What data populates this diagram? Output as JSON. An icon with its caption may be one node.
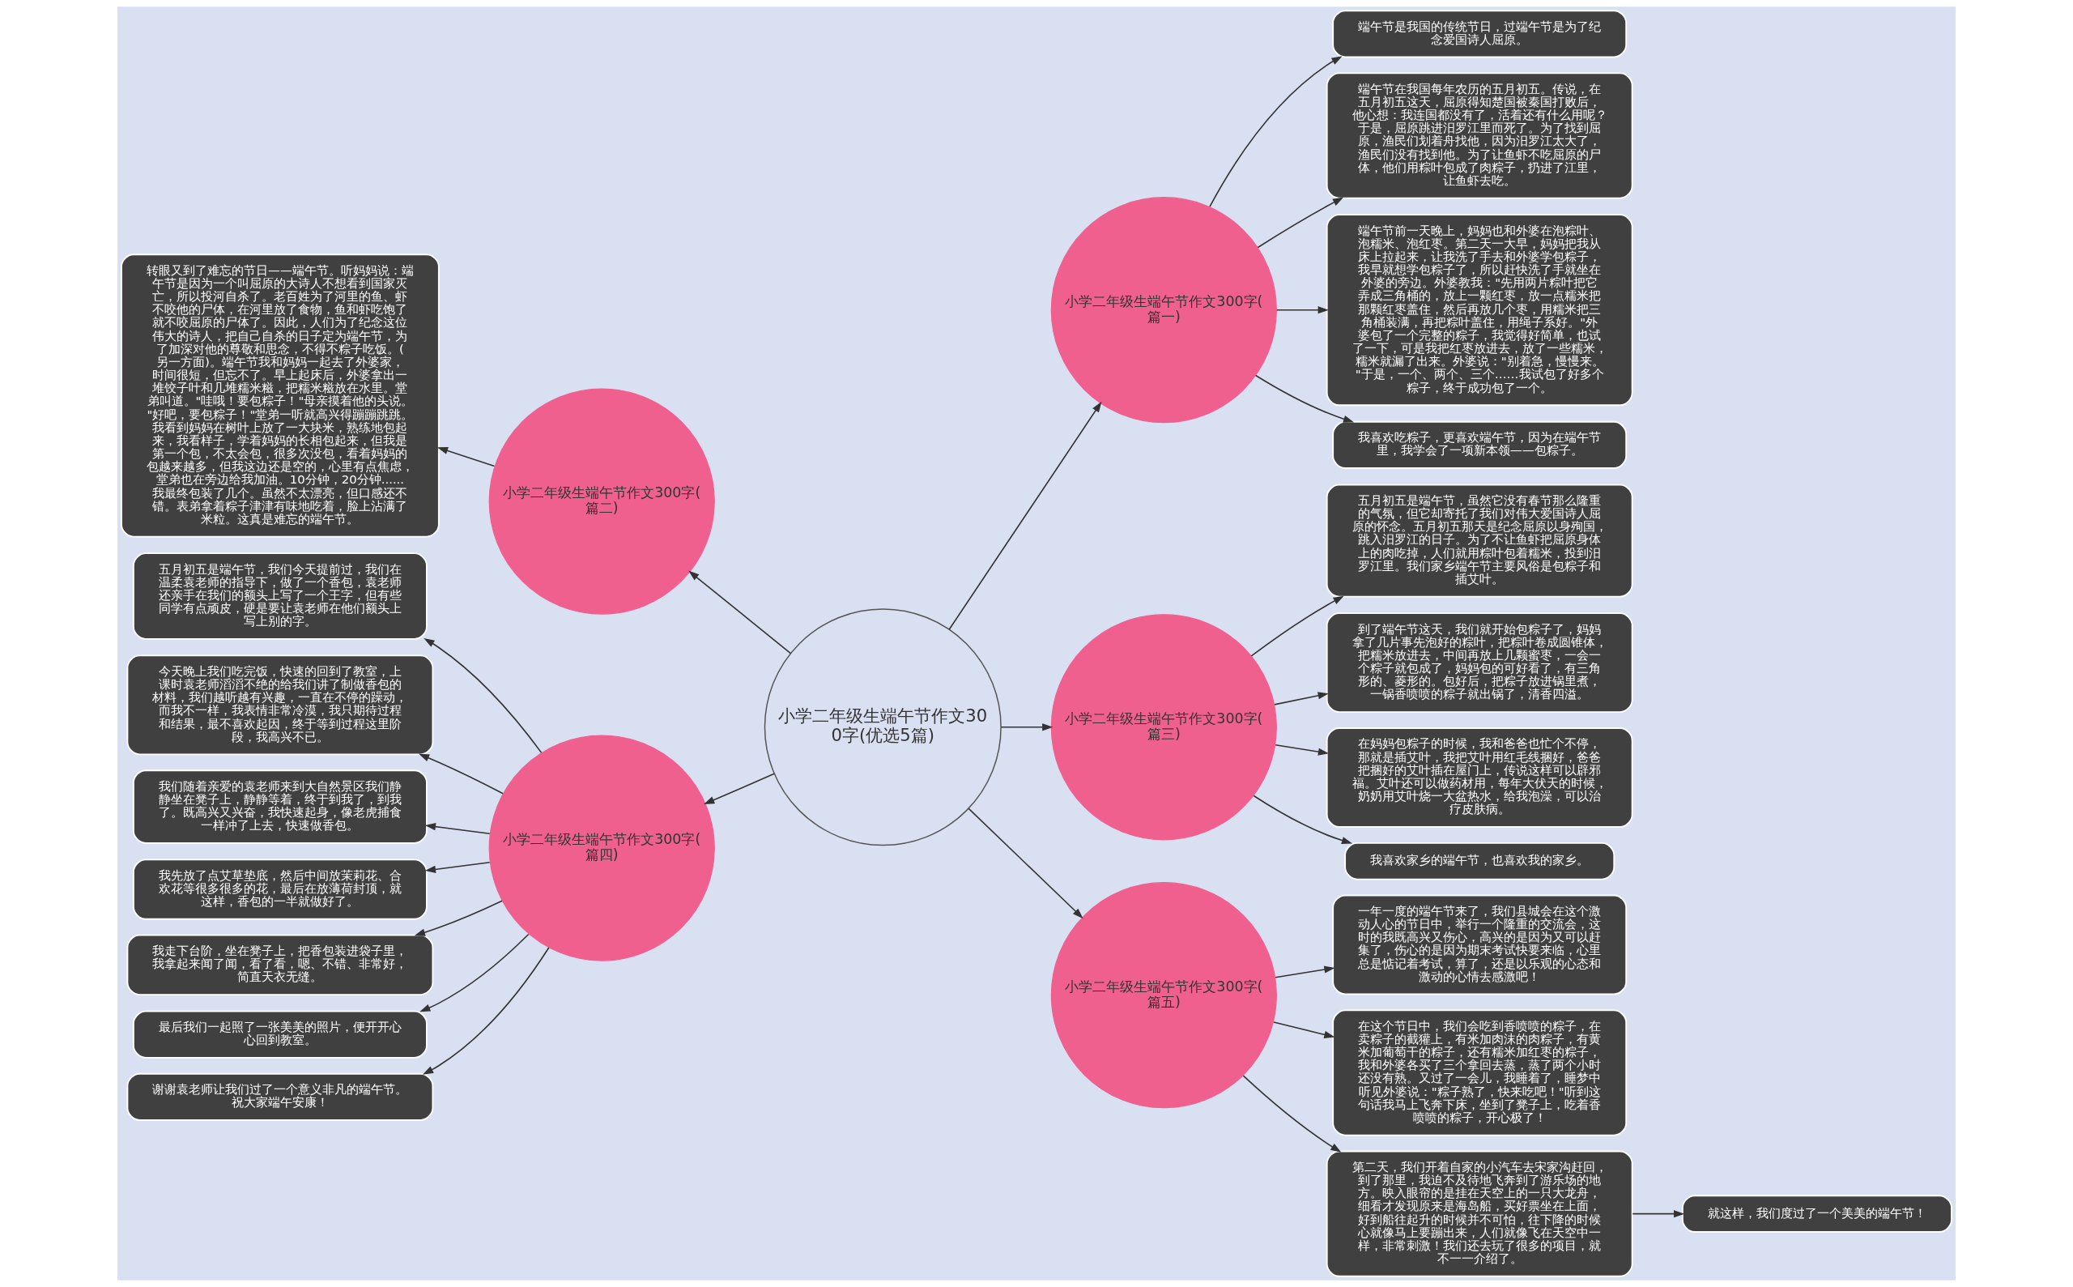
{
  "diagram": {
    "nodes": [
      {
        "text": [
          "小学二年级生端午节作文300字(优选5篇)"
        ]
      },
      {
        "text": [
          "小学二年级生端午节作文300字(篇一)"
        ]
      },
      {
        "text": [
          "端午节是我国的传统节日，过端午节是为了纪念爱国诗人屈原。"
        ]
      },
      {
        "text": [
          "端午节在我国每年农历的五月初五。传说，在五月初五这天，屈原得知楚国被秦国打败后，他心想：我连国都没有了，活着还有什么用呢？于是，屈原跳进汨罗江里而死了。为了找到屈原，渔民们划着舟找他，因为汨罗江太大了，渔民们没有找到他。为了让鱼虾不吃屈原的尸体，他们用粽叶包成了肉粽子，扔进了江里，让鱼虾去吃。"
        ]
      },
      {
        "text": [
          "端午节前一天晚上，妈妈也和外婆在泡粽叶、泡糯米、泡红枣。第二天一大早，妈妈把我从床上拉起来，让我洗了手去和外婆学包粽子，我早就想学包粽子了，所以赶快洗了手就坐在外婆的旁边。外婆教我：\"先用两片粽叶把它弄成三角桶的，放上一颗红枣，放一点糯米把那颗红枣盖住，然后再放几个枣，用糯米把三角桶装满，再把粽叶盖住，用绳子系好。\"外婆包了一个完整的粽子，我觉得好简单，也试了一下，可是我把红枣放进去，放了一些糯米，糯米就漏了出来。外婆说：\"别着急，慢慢来。\"于是，一个、两个、三个……我试包了好多个粽子，终于成功包了一个。"
        ]
      },
      {
        "text": [
          "我喜欢吃粽子，更喜欢端午节，因为在端午节里，我学会了一项新本领——包粽子。"
        ]
      },
      {
        "text": [
          "小学二年级生端午节作文300字(篇二)"
        ]
      },
      {
        "text": [
          "转眼又到了难忘的节日——端午节。听妈妈说：端午节是因为一个叫屈原的大诗人不想看到国家灭亡，所以投河自杀了。老百姓为了河里的鱼、虾不咬他的尸体，在河里放了食物，鱼和虾吃饱了就不咬屈原的尸体了。因此，人们为了纪念这位伟大的诗人，把自己自杀的日子定为端午节，为了加深对他的尊敬和思念，不得不粽子吃饭。(另一方面)。端午节我和妈妈一起去了外婆家，时间很短，但忘不了。早上起床后，外婆拿出一堆饺子叶和几堆糯米糍，把糯米糍放在水里。堂弟叫道。\"哇哦！要包粽子！\"母亲摸着他的头说。\"好吧，要包粽子！\"堂弟一听就高兴得蹦蹦跳跳。我看到妈妈在树叶上放了一大块米，熟练地包起来，我看样子，学着妈妈的长相包起来，但我是第一个包，不太会包，很多次没包，看着妈妈的包越来越多，但我这边还是空的，心里有点焦虑，堂弟也在旁边给我加油。10分钟，20分钟......我最终包装了几个。虽然不太漂亮，但口感还不错。表弟拿着粽子津津有味地吃着，脸上沾满了米粒。这真是难忘的端午节。"
        ]
      },
      {
        "text": [
          "小学二年级生端午节作文300字(篇三)"
        ]
      },
      {
        "text": [
          "五月初五是端午节，虽然它没有春节那么隆重的气氛，但它却寄托了我们对伟大爱国诗人屈原的怀念。五月初五那天是纪念屈原以身殉国，跳入汨罗江的日子。为了不让鱼虾把屈原身体上的肉吃掉，人们就用粽叶包着糯米，投到汨罗江里。我们家乡端午节主要风俗是包粽子和插艾叶。"
        ]
      },
      {
        "text": [
          "到了端午节这天，我们就开始包粽子了，妈妈拿了几片事先泡好的粽叶，把粽叶卷成圆锥体，把糯米放进去，中间再放上几颗蜜枣，一会一个粽子就包成了，妈妈包的可好看了，有三角形的、菱形的。包好后，把粽子放进锅里煮，一锅香喷喷的粽子就出锅了，清香四溢。"
        ]
      },
      {
        "text": [
          "在妈妈包粽子的时候，我和爸爸也忙个不停，那就是插艾叶，我把艾叶用红毛线捆好，爸爸把捆好的艾叶插在屋门上，传说这样可以辟邪福。艾叶还可以做药材用，每年大伏天的时候，奶奶用艾叶烧一大盆热水，给我泡澡，可以治疗皮肤病。"
        ]
      },
      {
        "text": [
          "我喜欢家乡的端午节，也喜欢我的家乡。"
        ]
      },
      {
        "text": [
          "小学二年级生端午节作文300字(篇四)"
        ]
      },
      {
        "text": [
          "五月初五是端午节，我们今天提前过，我们在温柔袁老师的指导下，做了一个香包，袁老师还亲手在我们的额头上写了一个王字，但有些同学有点顽皮，硬是要让袁老师在他们额头上写上别的字。"
        ]
      },
      {
        "text": [
          "今天晚上我们吃完饭，快速的回到了教室，上课时袁老师滔滔不绝的给我们讲了制做香包的材料，我们越听越有兴趣，一直在不停的躁动，而我不一样，我表情非常冷漠，我只期待过程和结果，最不喜欢起因，终于等到过程这里阶段，我高兴不已。"
        ]
      },
      {
        "text": [
          "我们随着亲爱的袁老师来到大自然景区我们静静坐在凳子上，静静等着，终于到我了，到我了。既高兴又兴奋，我快速起身，像老虎捕食一样冲了上去，快速做香包。"
        ]
      },
      {
        "text": [
          "我先放了点艾草垫底，然后中间放茉莉花、合欢花等很多很多的花，最后在放薄荷封顶，就这样，香包的一半就做好了。"
        ]
      },
      {
        "text": [
          "我走下台阶，坐在凳子上，把香包装进袋子里，我拿起来闻了闻，看了看，嗯、不错、非常好，简直天衣无缝。"
        ]
      },
      {
        "text": [
          "最后我们一起照了一张美美的照片，便开开心心回到教室。"
        ]
      },
      {
        "text": [
          "谢谢袁老师让我们过了一个意义非凡的端午节。祝大家端午安康！"
        ]
      },
      {
        "text": [
          "小学二年级生端午节作文300字(篇五)"
        ]
      },
      {
        "text": [
          "一年一度的端午节来了，我们县城会在这个激动人心的节日中，举行一个隆重的交流会，这时的我既高兴又伤心，高兴的是因为又可以赶集了，伤心的是因为期末考试快要来临，心里总是惦记着考试，算了，还是以乐观的心态和激动的心情去感激吧！"
        ]
      },
      {
        "text": [
          "在这个节日中，我们会吃到香喷喷的粽子，在卖粽子的截獾上，有米加肉沫的肉粽子，有黄米加葡萄干的粽子，还有糯米加红枣的粽子，我和外婆各买了三个拿回去蒸，蒸了两个小时还没有熟。又过了一会儿，我睡着了，睡梦中听见外婆说：\"粽子熟了，快来吃吧！\"听到这句话我马上飞奔下床，坐到了凳子上，吃着香喷喷的粽子，开心极了！"
        ]
      },
      {
        "text": [
          "第二天，我们开着自家的小汽车去宋家沟赶回，到了那里，我迫不及待地飞奔到了游乐场的地方。映入眼帘的是挂在天空上的一只大龙舟，细看才发现原来是海岛船，买好票坐在上面，好到船往起升的时候并不可怕，往下降的时候心就像马上要蹦出来，人们就像飞在天空中一样，非常刺激！我们还去玩了很多的项目，就不一一介绍了。"
        ]
      },
      {
        "text": [
          "就这样，我们度过了一个美美的端午节！"
        ]
      }
    ],
    "edges": [
      {
        "from": 0,
        "to": 1,
        "arrow": "to"
      },
      {
        "from": 1,
        "to": 2,
        "arrow": "to"
      },
      {
        "from": 1,
        "to": 3,
        "arrow": "to"
      },
      {
        "from": 1,
        "to": 4,
        "arrow": "to"
      },
      {
        "from": 1,
        "to": 5,
        "arrow": "to"
      },
      {
        "from": 0,
        "to": 6,
        "arrow": "to"
      },
      {
        "from": 6,
        "to": 7,
        "arrow": "to"
      },
      {
        "from": 0,
        "to": 8,
        "arrow": "to"
      },
      {
        "from": 8,
        "to": 9,
        "arrow": "to"
      },
      {
        "from": 8,
        "to": 10,
        "arrow": "to"
      },
      {
        "from": 8,
        "to": 11,
        "arrow": "to"
      },
      {
        "from": 8,
        "to": 12,
        "arrow": "to"
      },
      {
        "from": 0,
        "to": 13,
        "arrow": "to"
      },
      {
        "from": 13,
        "to": 14,
        "arrow": "to"
      },
      {
        "from": 13,
        "to": 15,
        "arrow": "to"
      },
      {
        "from": 13,
        "to": 16,
        "arrow": "to"
      },
      {
        "from": 13,
        "to": 17,
        "arrow": "to"
      },
      {
        "from": 13,
        "to": 18,
        "arrow": "to"
      },
      {
        "from": 13,
        "to": 19,
        "arrow": "to"
      },
      {
        "from": 13,
        "to": 20,
        "arrow": "to"
      },
      {
        "from": 0,
        "to": 21,
        "arrow": "to"
      },
      {
        "from": 21,
        "to": 22,
        "arrow": "to"
      },
      {
        "from": 21,
        "to": 23,
        "arrow": "to"
      },
      {
        "from": 21,
        "to": 24,
        "arrow": "to"
      },
      {
        "from": 24,
        "to": 25,
        "arrow": "to"
      }
    ]
  }
}
